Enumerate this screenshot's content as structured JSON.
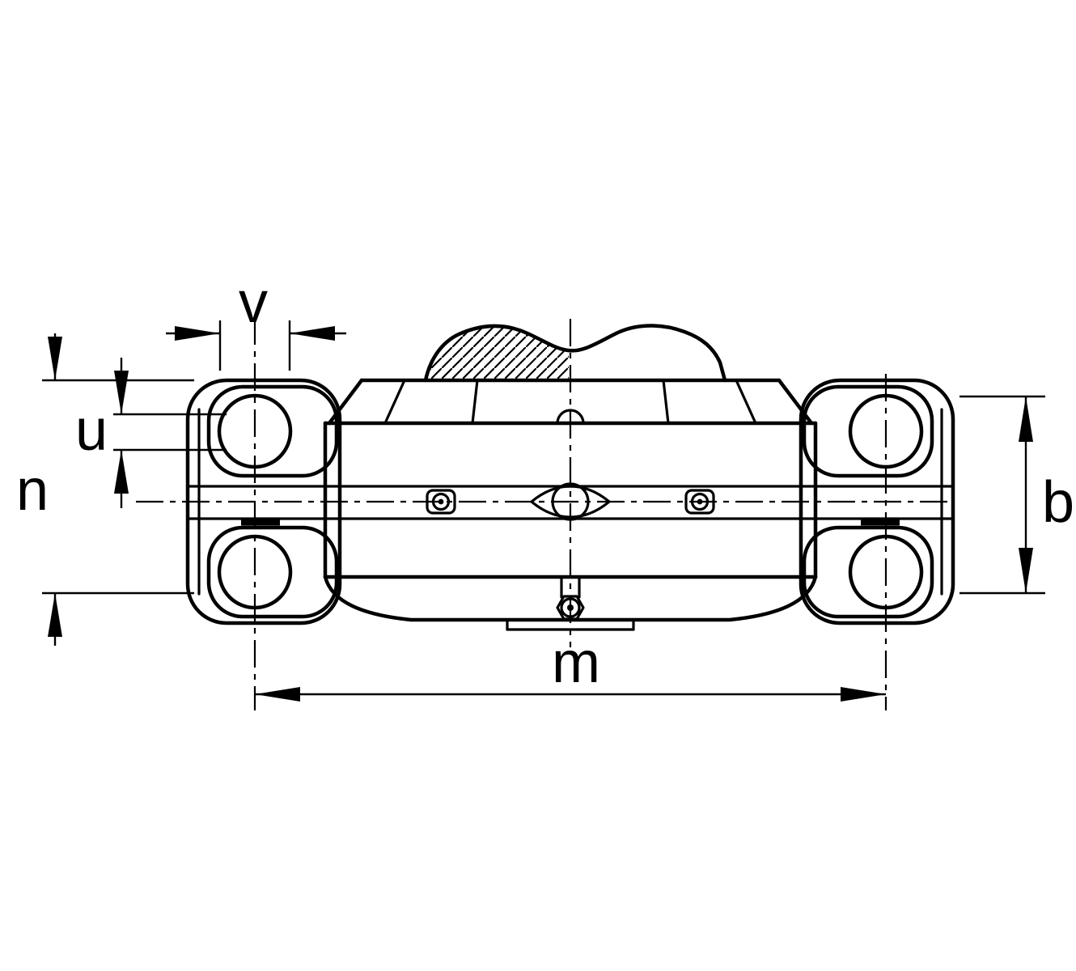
{
  "canvas": {
    "background": "#ffffff",
    "line_color": "#000000"
  },
  "dimensions": {
    "v": {
      "label": "v"
    },
    "u": {
      "label": "u"
    },
    "n": {
      "label": "n"
    },
    "m": {
      "label": "m"
    },
    "b": {
      "label": "b"
    }
  }
}
